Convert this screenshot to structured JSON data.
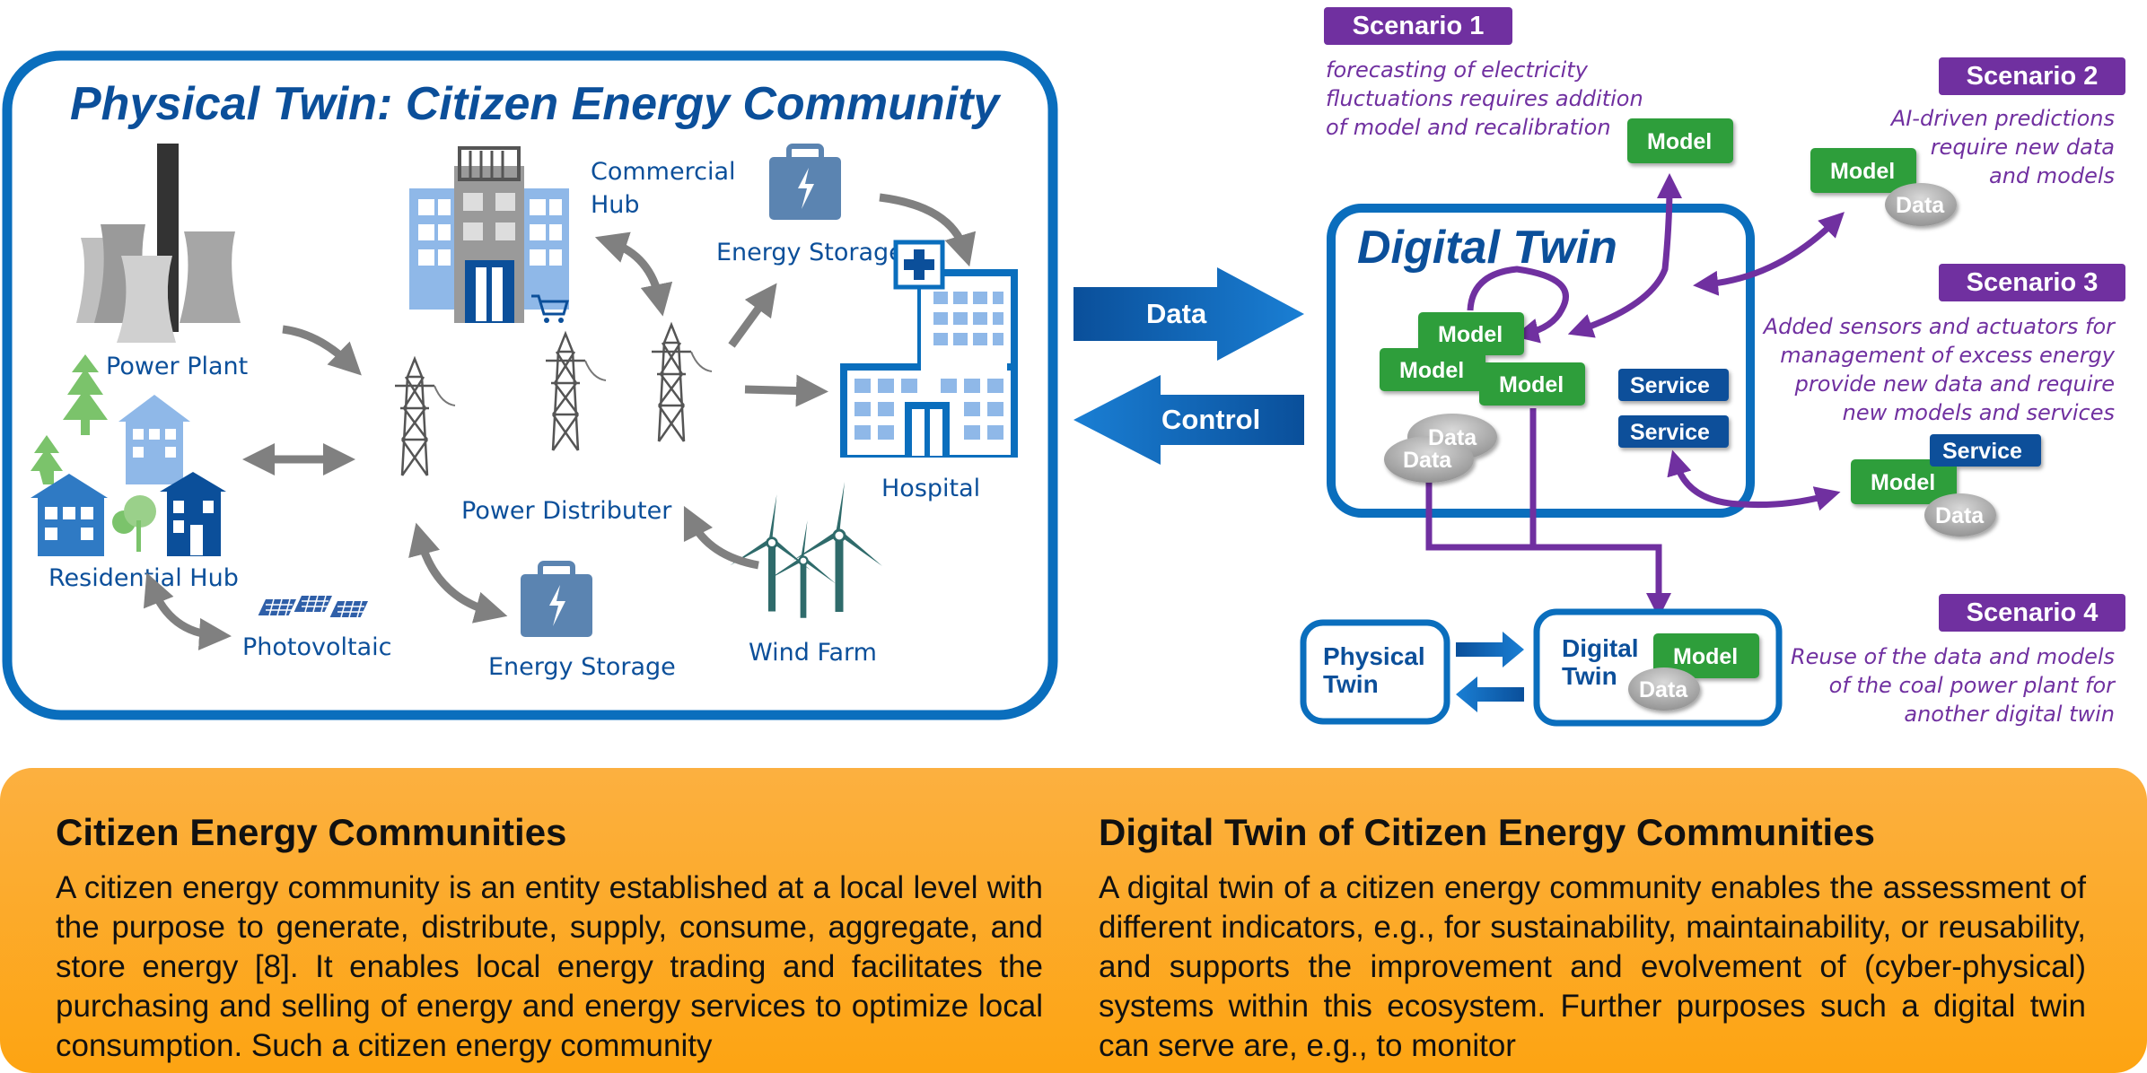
{
  "physical_twin": {
    "title": "Physical Twin: Citizen Energy Community",
    "labels": {
      "power_plant": "Power Plant",
      "commercial_hub_1": "Commercial",
      "commercial_hub_2": "Hub",
      "energy_storage_top": "Energy Storage",
      "hospital": "Hospital",
      "residential_hub": "Residential Hub",
      "power_distributer": "Power Distributer",
      "photovoltaic": "Photovoltaic",
      "energy_storage_bottom": "Energy Storage",
      "wind_farm": "Wind Farm"
    }
  },
  "flows": {
    "data": "Data",
    "control": "Control"
  },
  "digital_twin": {
    "title": "Digital Twin",
    "model_label": "Model",
    "data_label": "Data",
    "service_label": "Service"
  },
  "small_twins": {
    "physical_1": "Physical",
    "physical_2": "Twin",
    "digital_1": "Digital",
    "digital_2": "Twin",
    "model": "Model",
    "data": "Data"
  },
  "scenarios": [
    {
      "label": "Scenario 1",
      "lines": [
        "forecasting of electricity",
        "fluctuations requires addition",
        "of model and recalibration"
      ],
      "model": "Model"
    },
    {
      "label": "Scenario 2",
      "lines": [
        "AI-driven predictions",
        "require new data",
        "and models"
      ],
      "model": "Model",
      "data": "Data"
    },
    {
      "label": "Scenario 3",
      "lines": [
        "Added sensors and actuators for",
        "management of excess energy",
        "provide new data and require",
        "new models and services"
      ],
      "model": "Model",
      "data": "Data",
      "service": "Service"
    },
    {
      "label": "Scenario 4",
      "lines": [
        "Reuse of the data and models",
        "of the coal power plant for",
        "another digital twin"
      ]
    }
  ],
  "bottom": {
    "left_title": "Citizen Energy Communities",
    "left_text": "A citizen energy community is an entity established at a local level with the purpose to generate, distribute, supply, consume, aggregate, and store energy [8]. It enables local energy trading and facilitates the purchasing and selling of energy and energy services to optimize local consumption. Such a citizen energy community",
    "right_title": "Digital Twin of Citizen Energy Communities",
    "right_text": "A digital twin of a citizen energy community enables the assessment of different indicators, e.g., for sustainability, maintainability, or reusability, and supports the improvement and evolvement of (cyber-physical) systems within this ecosystem. Further purposes such a digital twin can serve are, e.g., to monitor"
  },
  "colors": {
    "blue": "#0a6ebd",
    "dark_blue": "#0b4f9a",
    "purple": "#7030a0",
    "green": "#2e9e3a",
    "grey": "#808080",
    "orange": "#fdab28"
  }
}
